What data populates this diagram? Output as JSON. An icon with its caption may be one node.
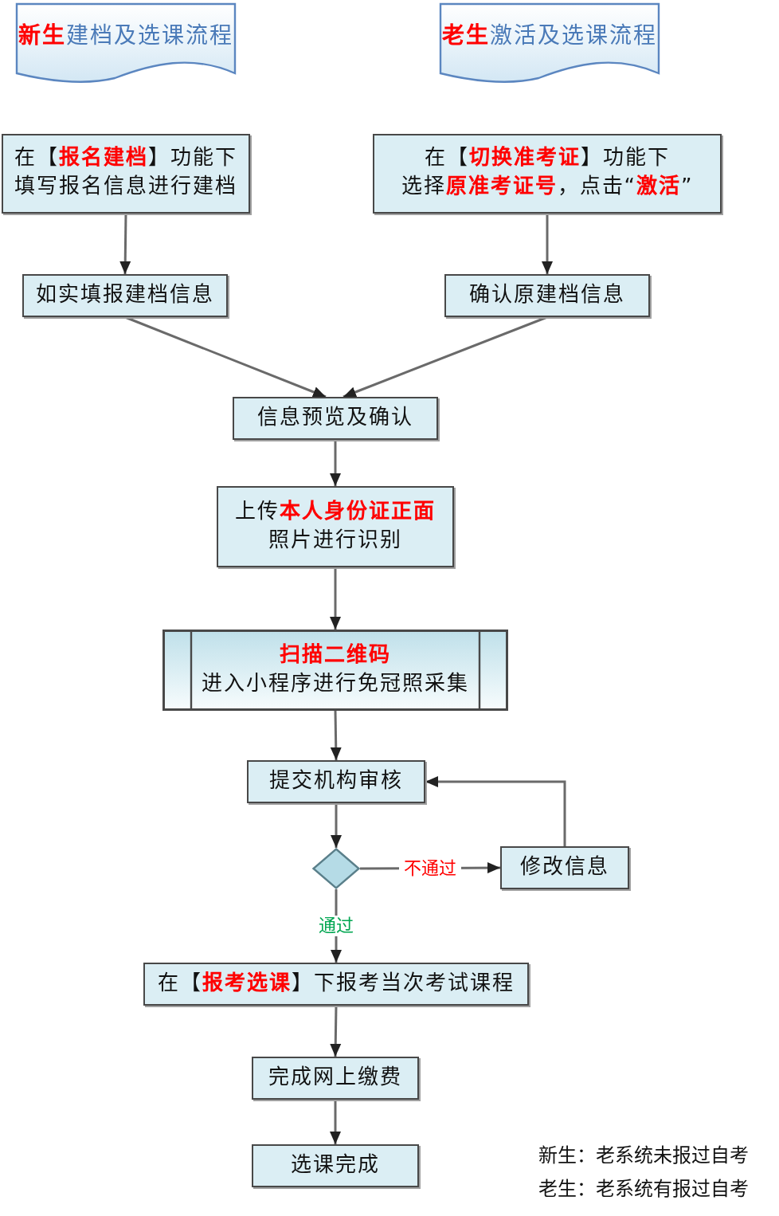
{
  "diagram": {
    "nodes": [
      {
        "text": [
          "**新生**建档及选课流程"
        ]
      },
      {
        "text": [
          "**老生**激活及选课流程"
        ]
      },
      {
        "text": [
          "在【**报名建档**】功能下填写报名信息进行建档"
        ]
      },
      {
        "text": [
          "在【**切换准考证**】功能下",
          "选择**原准考证号**，点击“**激活**”"
        ]
      },
      {
        "text": [
          "如实填报建档信息"
        ]
      },
      {
        "text": [
          "确认原建档信息"
        ]
      },
      {
        "text": [
          "信息预览及确认"
        ]
      },
      {
        "text": [
          "上传**本人身份证正面**照片进行识别"
        ]
      },
      {
        "text": [
          "扫描二维码",
          "进入小程序进行免冠照采集"
        ]
      },
      {
        "text": [
          "提交机构审核"
        ]
      },
      {
        "text": [],
        "shape": "diamond"
      },
      {
        "text": [
          "修改信息"
        ]
      },
      {
        "text": [
          "在【**报考选课**】下报考当次考试课程"
        ]
      },
      {
        "text": [
          "完成网上缴费"
        ]
      },
      {
        "text": [
          "选课完成"
        ]
      }
    ],
    "edges": [
      {
        "from": 2,
        "to": 4,
        "arrow": "to"
      },
      {
        "from": 3,
        "to": 5,
        "arrow": "to"
      },
      {
        "from": 4,
        "to": 6,
        "arrow": "to"
      },
      {
        "from": 5,
        "to": 6,
        "arrow": "to"
      },
      {
        "from": 6,
        "to": 7,
        "arrow": "to"
      },
      {
        "from": 7,
        "to": 8,
        "arrow": "to"
      },
      {
        "from": 8,
        "to": 9,
        "arrow": "to"
      },
      {
        "from": 9,
        "to": 10,
        "arrow": "to"
      },
      {
        "from": 10,
        "to": 11,
        "arrow": "to",
        "label": "不通过"
      },
      {
        "from": 11,
        "to": 9,
        "arrow": "to"
      },
      {
        "from": 10,
        "to": 12,
        "arrow": "to",
        "label": "通过"
      },
      {
        "from": 12,
        "to": 13,
        "arrow": "to"
      },
      {
        "from": 13,
        "to": 14,
        "arrow": "to"
      }
    ],
    "labels": [
      "新生：老系统未报过自考",
      "老生：老系统有报过自考"
    ]
  }
}
